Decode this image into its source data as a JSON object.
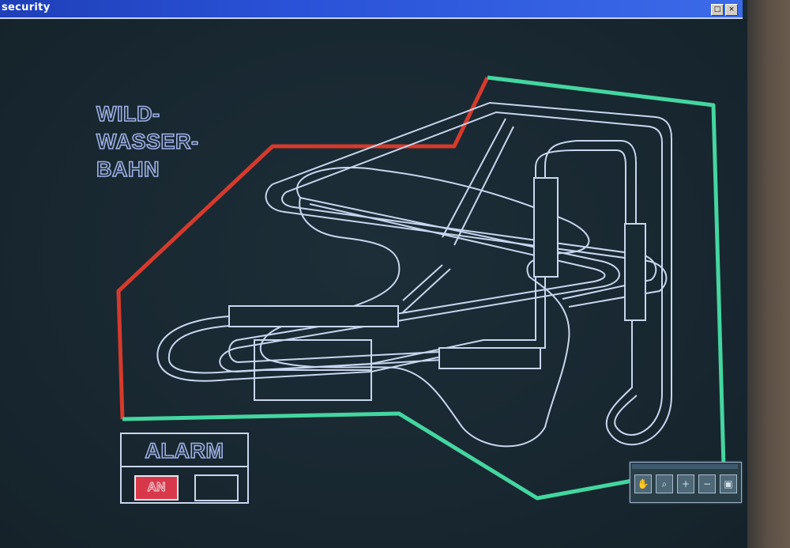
{
  "window": {
    "title": "security",
    "buttons": [
      "□",
      "×"
    ]
  },
  "ride": {
    "title_lines": [
      "WILD-",
      "WASSER-",
      "BAHN"
    ]
  },
  "alarm": {
    "label": "ALARM",
    "on_label": "AN"
  },
  "toolbox": {
    "tools": [
      "hand-icon",
      "zoom-icon",
      "plus-icon",
      "minus-icon",
      "fit-icon"
    ],
    "tool_glyphs": [
      "✋",
      "⌕",
      "+",
      "−",
      "▣"
    ]
  },
  "zones": {
    "red_color": "#d63a2c",
    "green_color": "#44d6a0"
  }
}
